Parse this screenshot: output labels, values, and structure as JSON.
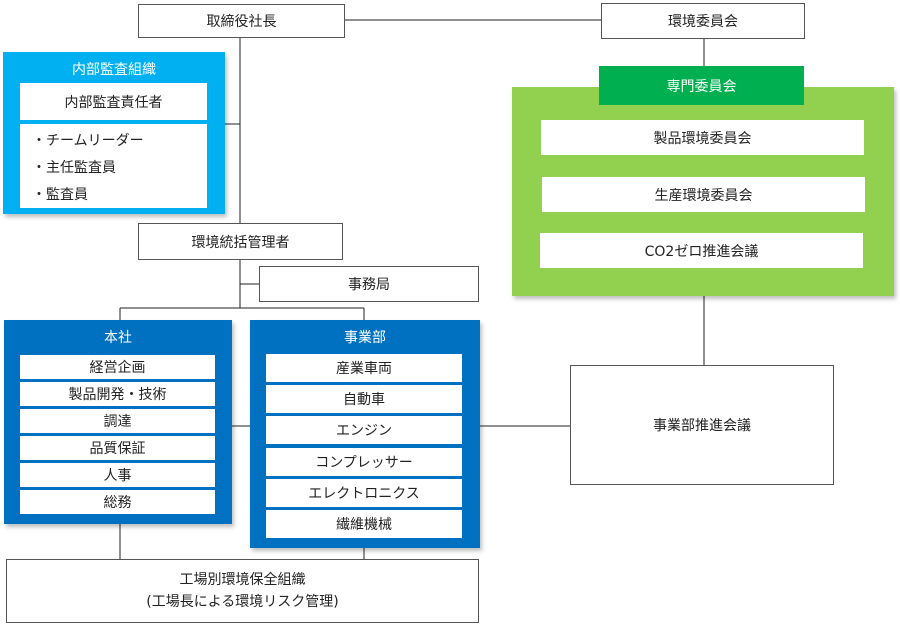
{
  "top": {
    "president": "取締役社長",
    "env_committee": "環境委員会"
  },
  "audit": {
    "title": "内部監査組織",
    "head": "内部監査責任者",
    "members": [
      "・チームリーダー",
      "・主任監査員",
      "・監査員"
    ]
  },
  "expert": {
    "title": "専門委員会",
    "items": [
      "製品環境委員会",
      "生産環境委員会",
      "CO2ゼロ推進会議"
    ]
  },
  "manager": "環境統括管理者",
  "secretariat": "事務局",
  "honsha": {
    "title": "本社",
    "items": [
      "経営企画",
      "製品開発・技術",
      "調達",
      "品質保証",
      "人事",
      "総務"
    ]
  },
  "division": {
    "title": "事業部",
    "items": [
      "産業車両",
      "自動車",
      "エンジン",
      "コンプレッサー",
      "エレクトロニクス",
      "繊維機械"
    ]
  },
  "division_meeting": "事業部推進会議",
  "factory": {
    "line1": "工場別環境保全組織",
    "line2": "(工場長による環境リスク管理)"
  },
  "colors": {
    "audit_blue": "#00b0f0",
    "dept_blue": "#0070c0",
    "green_panel": "#92d050",
    "green_header": "#00b050"
  }
}
